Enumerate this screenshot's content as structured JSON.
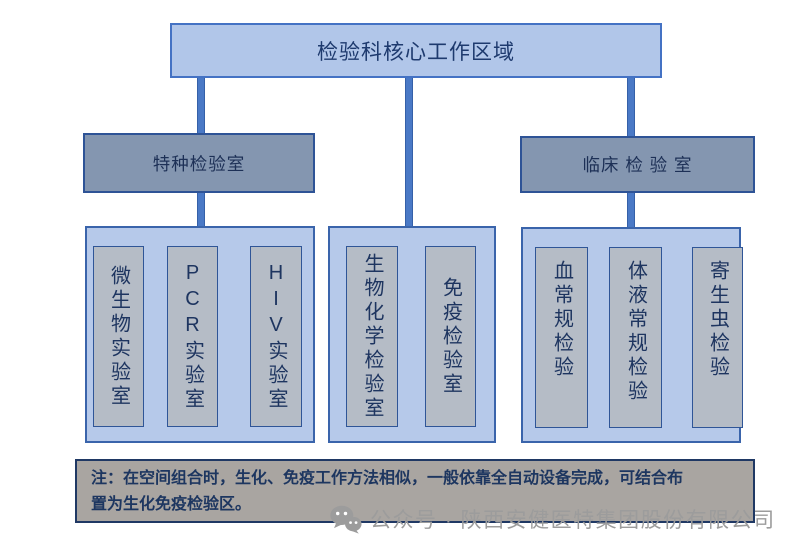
{
  "diagram": {
    "root_label": "检验科核心工作区域",
    "branches": [
      {
        "label": "特种检验室"
      },
      {
        "label": "临床 检 验 室"
      }
    ],
    "groups": [
      {
        "rooms": [
          "微生物实验室",
          "PCR实验室",
          "HIV实验室"
        ]
      },
      {
        "rooms": [
          "生物化学检验室",
          "免疫检验室"
        ]
      },
      {
        "rooms": [
          "血常规检验",
          "体液常规检验",
          "寄生虫检验"
        ]
      }
    ],
    "note_lines": [
      "注：在空间组合时，生化、免疫工作方法相似，一般依靠全自动设备完成，可结合布",
      "置为生化免疫检验区。"
    ],
    "watermark": {
      "icon": "wechat-icon",
      "text": "公众号 · 陕西安健医特集团股份有限公司"
    },
    "colors": {
      "node_fill_light_blue": "#b1c6e9",
      "node_fill_gray_blue": "#8496b0",
      "group_fill": "#b6c9ea",
      "room_fill": "#b5bcc6",
      "connector_blue": "#4a79c6",
      "border_dark_navy": "#2e5396",
      "text_navy": "#1e3560",
      "note_fill_gray": "#a9a5a1",
      "watermark_gray": "#9c9c9c"
    }
  }
}
